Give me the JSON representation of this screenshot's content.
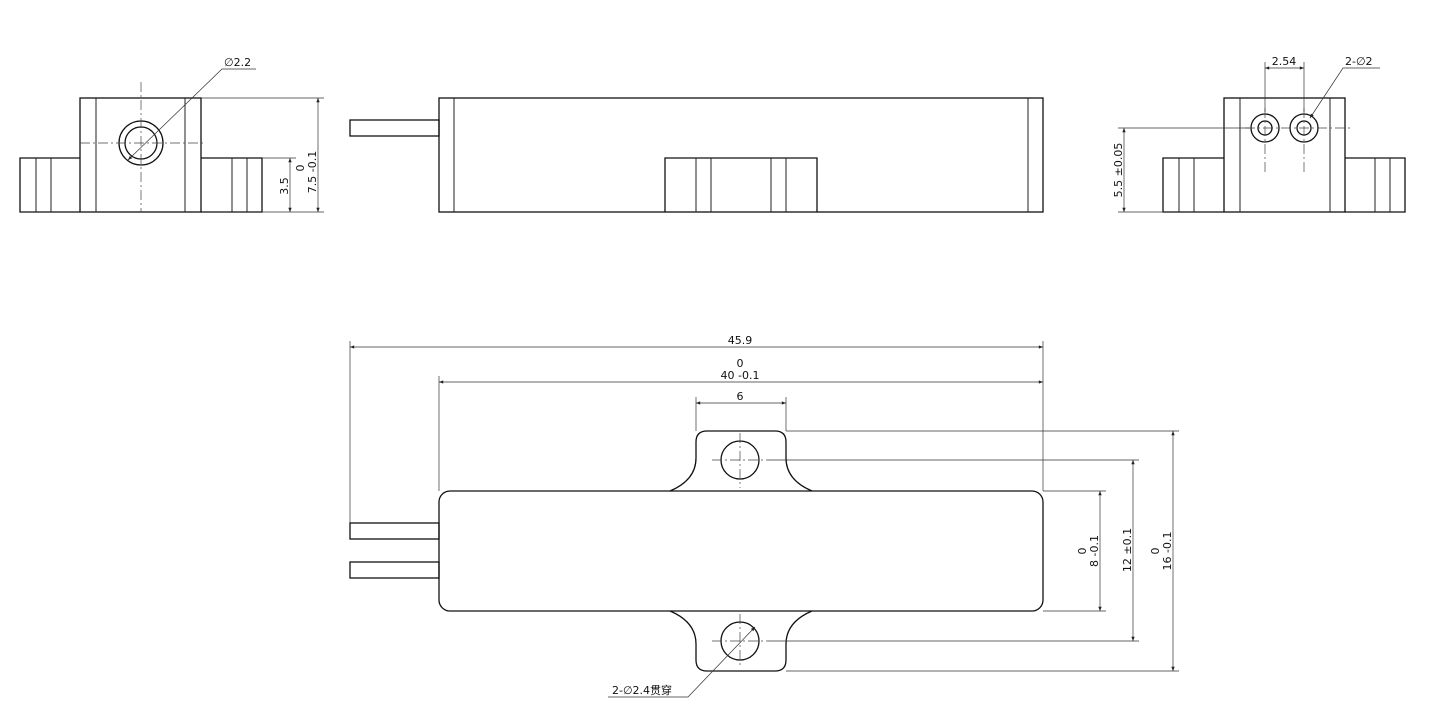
{
  "colors": {
    "line": "#111111",
    "background": "#ffffff"
  },
  "left_view": {
    "hole_dia": "∅2.2",
    "height_upper": "0",
    "height_main": "7.5 -0.1",
    "height_small": "3.5"
  },
  "right_view": {
    "pitch": "2.54",
    "holes": "2-∅2",
    "height": "5.5 ±0.05"
  },
  "top_view": {
    "length_overall": "45.9",
    "length_body_upper": "0",
    "length_body": "40 -0.1",
    "ear_width": "6",
    "body_width_upper": "0",
    "body_width": "8 -0.1",
    "hole_spacing": "12 ±0.1",
    "total_width_upper": "0",
    "total_width": "16 -0.1",
    "mount_holes": "2-∅2.4贯穿"
  }
}
